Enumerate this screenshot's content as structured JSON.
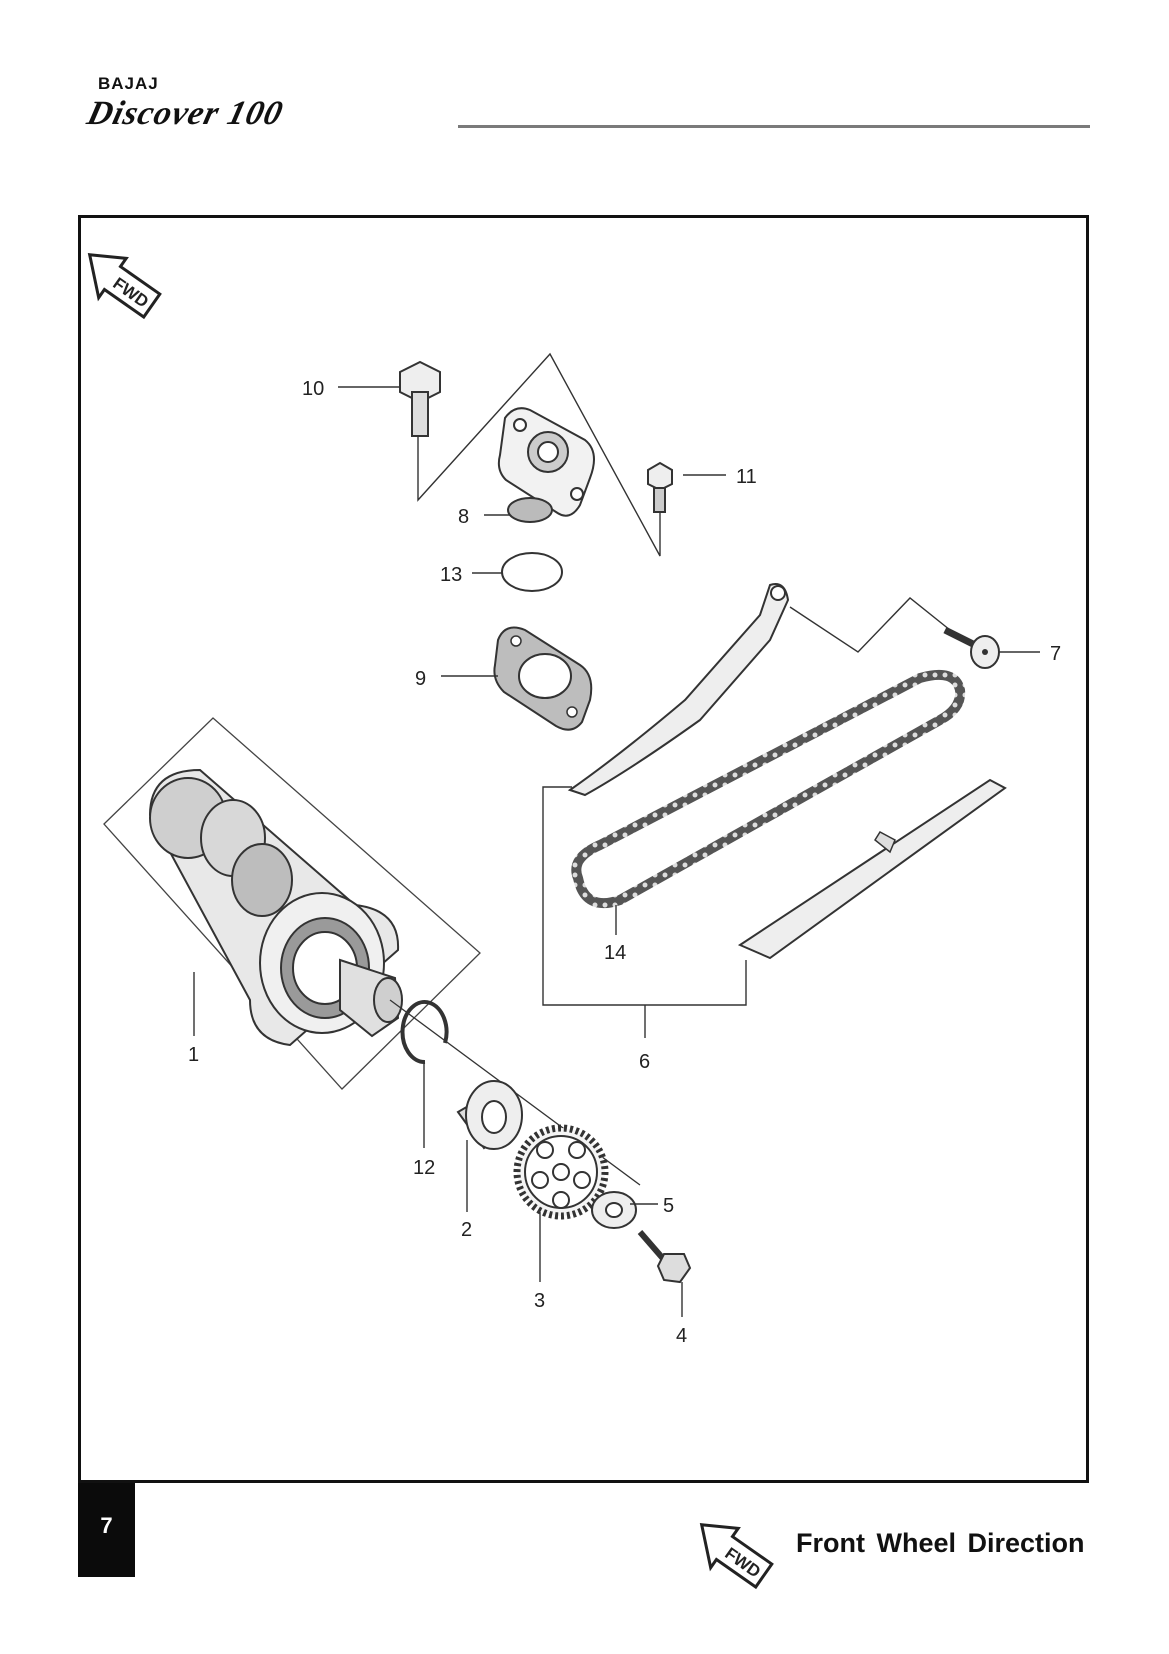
{
  "header": {
    "brand": "BAJAJ",
    "model": "Discover 100"
  },
  "fwd_icon_text": "FWD",
  "part_numbers": [
    "1",
    "2",
    "3",
    "4",
    "5",
    "6",
    "7",
    "8",
    "9",
    "10",
    "11",
    "12",
    "13",
    "14"
  ],
  "legend": {
    "icon_text": "FWD",
    "text": "Front Wheel Direction"
  },
  "page_number": "7"
}
